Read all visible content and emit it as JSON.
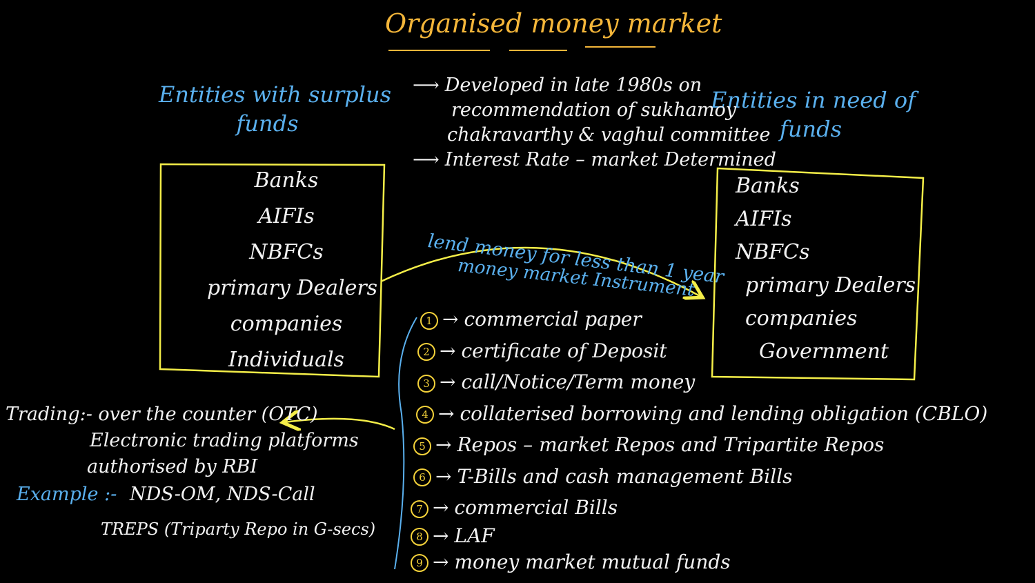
{
  "title": "Organised money market",
  "left": {
    "heading_line1": "Entities with surplus",
    "heading_line2": "funds",
    "items": [
      "Banks",
      "AIFIs",
      "NBFCs",
      "primary Dealers",
      "companies",
      "Individuals"
    ]
  },
  "right": {
    "heading_line1": "Entities in need of",
    "heading_line2": "funds",
    "items": [
      "Banks",
      "AIFIs",
      "NBFCs",
      "primary Dealers",
      "companies",
      "Government"
    ]
  },
  "notes": {
    "line1": "Developed in late 1980s on",
    "line2": "recommendation of sukhamoy",
    "line3": "chakravarthy & vaghul committee",
    "line4": "Interest Rate – market Determined"
  },
  "flow": {
    "label1": "lend money for less than 1 year",
    "label2": "money market Instrument"
  },
  "instruments": [
    {
      "num": "1",
      "label": "commercial paper"
    },
    {
      "num": "2",
      "label": "certificate of Deposit"
    },
    {
      "num": "3",
      "label": "call/Notice/Term money"
    },
    {
      "num": "4",
      "label": "collaterised borrowing and lending obligation (CBLO)"
    },
    {
      "num": "5",
      "label": "Repos – market Repos and Tripartite Repos"
    },
    {
      "num": "6",
      "label": "T-Bills and cash management Bills"
    },
    {
      "num": "7",
      "label": "commercial Bills"
    },
    {
      "num": "8",
      "label": "LAF"
    },
    {
      "num": "9",
      "label": "money market mutual funds"
    }
  ],
  "trading": {
    "line1": "Trading:- over the counter (OTC)",
    "line2": "Electronic trading platforms",
    "line3": "authorised by RBI",
    "example_label": "Example :-",
    "example_line1": "NDS-OM, NDS-Call",
    "example_line2": "TREPS (Triparty Repo in G-secs)"
  },
  "colors": {
    "background": "#000000",
    "title": "#f4b63a",
    "heading": "#5ab0ee",
    "box": "#f4ee48",
    "number_circle": "#f4d23a",
    "text": "#f2f2f2"
  }
}
